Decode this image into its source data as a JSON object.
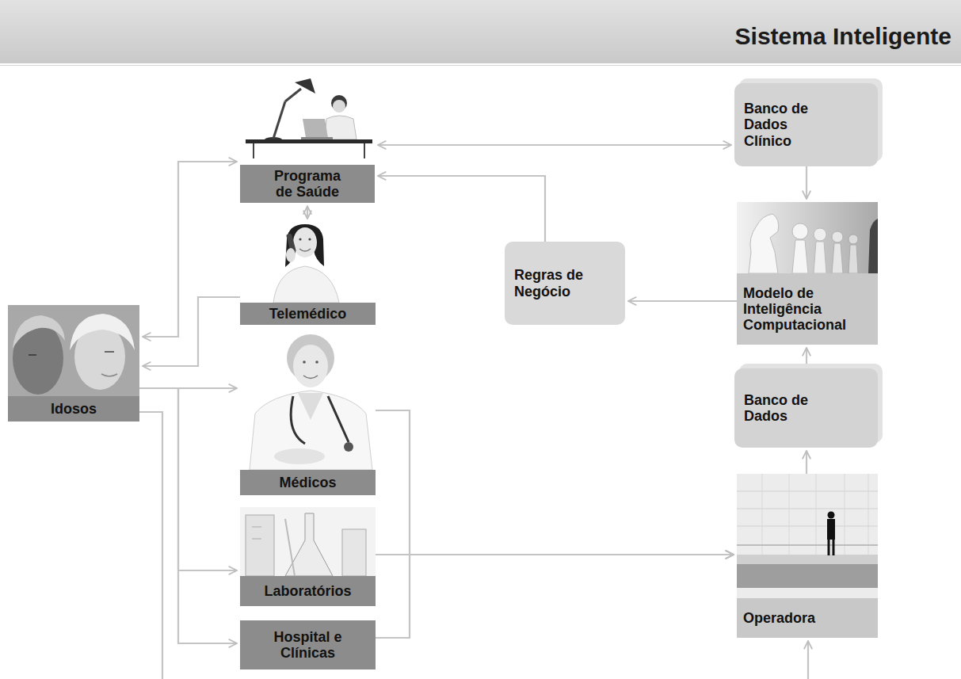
{
  "diagram": {
    "title": "Sistema Inteligente",
    "nodes": [
      {
        "text": [
          "Idosos"
        ]
      },
      {
        "text": [
          "Programa de Saúde"
        ]
      },
      {
        "text": [
          "Telemédico"
        ]
      },
      {
        "text": [
          "Médicos"
        ]
      },
      {
        "text": [
          "Laboratórios"
        ]
      },
      {
        "text": [
          "Hospital e Clínicas"
        ]
      },
      {
        "text": [
          "Regras de Negócio"
        ]
      },
      {
        "text": [
          "Banco de Dados Clínico"
        ]
      },
      {
        "text": [
          "Modelo de Inteligência Computacional"
        ]
      },
      {
        "text": [
          "Banco de Dados"
        ]
      },
      {
        "text": [
          "Operadora"
        ]
      }
    ],
    "edges": [
      {
        "from": 0,
        "to": 1,
        "arrow": "both"
      },
      {
        "from": 1,
        "to": 2,
        "arrow": "both"
      },
      {
        "from": 2,
        "to": 0,
        "arrow": "to"
      },
      {
        "from": 0,
        "to": 3,
        "arrow": "to"
      },
      {
        "from": 0,
        "to": 4,
        "arrow": "to"
      },
      {
        "from": 0,
        "to": 5,
        "arrow": "to"
      },
      {
        "from": 1,
        "to": 7,
        "arrow": "both"
      },
      {
        "from": 7,
        "to": 8,
        "arrow": "to"
      },
      {
        "from": 9,
        "to": 8,
        "arrow": "to"
      },
      {
        "from": 10,
        "to": 9,
        "arrow": "to"
      },
      {
        "from": 8,
        "to": 6,
        "arrow": "to"
      },
      {
        "from": 6,
        "to": 1,
        "arrow": "to"
      },
      {
        "from": 3,
        "to": 10,
        "arrow": "to"
      },
      {
        "from": 4,
        "to": 10,
        "arrow": "to"
      },
      {
        "from": 5,
        "to": 10,
        "arrow": "to"
      },
      {
        "from": 0,
        "to": 10,
        "arrow": "to"
      }
    ]
  }
}
